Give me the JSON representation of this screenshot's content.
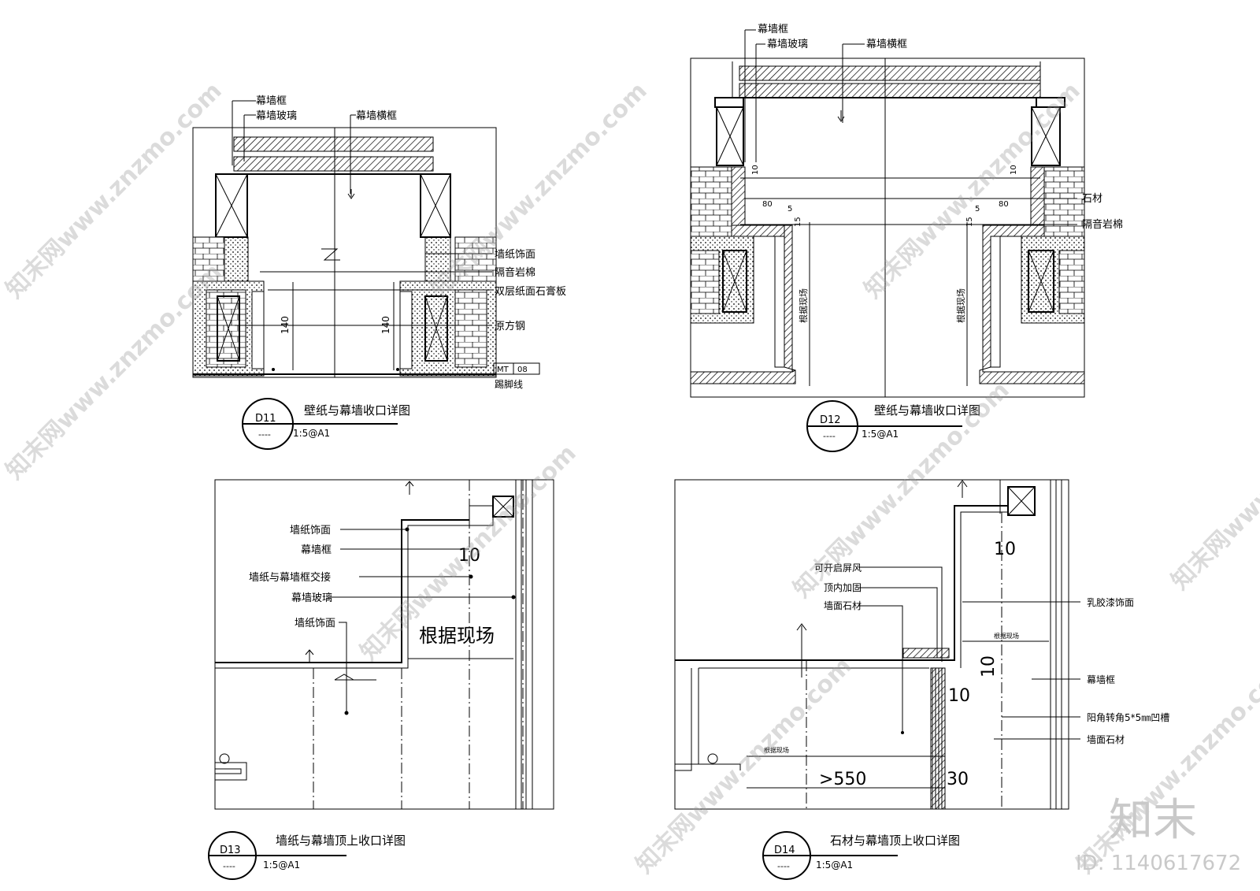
{
  "panels": {
    "d11": {
      "tag": "D11",
      "tag_sub": "----",
      "title": "壁纸与幕墙收口详图",
      "scale": "1:5@A1",
      "labels": {
        "frame": "幕墙框",
        "glass": "幕墙玻璃",
        "transom": "幕墙横框",
        "wallpaper": "墙纸饰面",
        "insulation": "隔音岩棉",
        "gypsum": "双层纸面石膏板",
        "steel": "原方钢",
        "mt_code": "MT",
        "mt_num": "08",
        "skirting": "踢脚线",
        "dim_left": "140",
        "dim_right": "140"
      }
    },
    "d12": {
      "tag": "D12",
      "tag_sub": "----",
      "title": "壁纸与幕墙收口详图",
      "scale": "1:5@A1",
      "labels": {
        "frame": "幕墙框",
        "glass": "幕墙玻璃",
        "transom": "幕墙横框",
        "stone": "石材",
        "insulation": "隔音岩棉",
        "site": "根据现场",
        "dim_80": "80",
        "dim_5": "5",
        "dim_10": "10",
        "dim_15": "15"
      }
    },
    "d13": {
      "tag": "D13",
      "tag_sub": "----",
      "title": "墙纸与幕墙顶上收口详图",
      "scale": "1:5@A1",
      "labels": {
        "wallpaper_top": "墙纸饰面",
        "frame": "幕墙框",
        "junction": "墙纸与幕墙框交接",
        "glass": "幕墙玻璃",
        "wallpaper_bottom": "墙纸饰面",
        "site": "根据现场",
        "dim_10": "10"
      }
    },
    "d14": {
      "tag": "D14",
      "tag_sub": "----",
      "title": "石材与幕墙顶上收口详图",
      "scale": "1:5@A1",
      "labels": {
        "screen": "可开启屏风",
        "reinforce": "顶内加固",
        "stone_top": "墙面石材",
        "latex": "乳胶漆饰面",
        "frame": "幕墙框",
        "groove": "阳角转角5*5㎜凹槽",
        "stone_right": "墙面石材",
        "dim_10a": "10",
        "dim_10b": "10",
        "dim_10c": "10",
        "dim_550": ">550",
        "dim_30": "30",
        "site_small_a": "根据现场",
        "site_small_b": "根据现场"
      }
    }
  },
  "watermark": {
    "brand": "知末",
    "id": "ID: 1140617672",
    "site": "知末网www.znzmo.com"
  }
}
